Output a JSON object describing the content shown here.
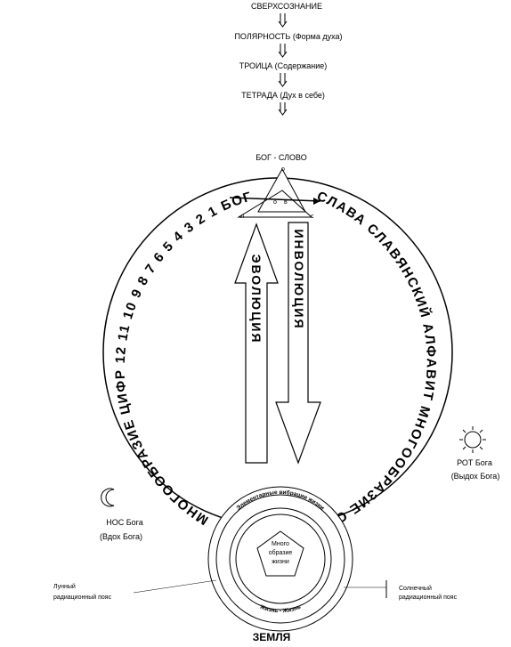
{
  "hierarchy": [
    "СВЕРХСОЗНАНИЕ",
    "ПОЛЯРНОСТЬ (Форма духа)",
    "ТРОИЦА (Содержание)",
    "ТЕТРАДА (Дух в себе)"
  ],
  "top_label": "БОГ - СЛОВО",
  "triangle_letters": {
    "top": "о",
    "left": "л",
    "right": "с",
    "center_left": "о",
    "center_right": "в"
  },
  "ring_left_text": "МНОГООБРАЗИЕ ЦИФР 12 11 10 9 8 7 6 5 4 3 2 1 БОГУ",
  "ring_right_text": "СЛАВА СЛАВЯНСКИЙ АЛФАВИТ МНОГООБРАЗИЕ СЛОВ",
  "evolution": "ЭВОЛЮЦИЯ",
  "involution": "ИНВОЛЮЦИЯ",
  "sun_label": [
    "РОТ Бога",
    "(Выдох Бога)"
  ],
  "moon_label": [
    "НОС Бога",
    "(Вдох Бога)"
  ],
  "earth_ring_text": "Элементарные вибрации жизни",
  "earth_bottom_text": "Жизнь - Жизнь",
  "earth_center": [
    "Много",
    "образие",
    "жизни"
  ],
  "solar_belt": [
    "Солнечный",
    "радиационный пояс"
  ],
  "lunar_belt": [
    "Лунный",
    "радиационный пояс"
  ],
  "earth_label": "ЗЕМЛЯ"
}
